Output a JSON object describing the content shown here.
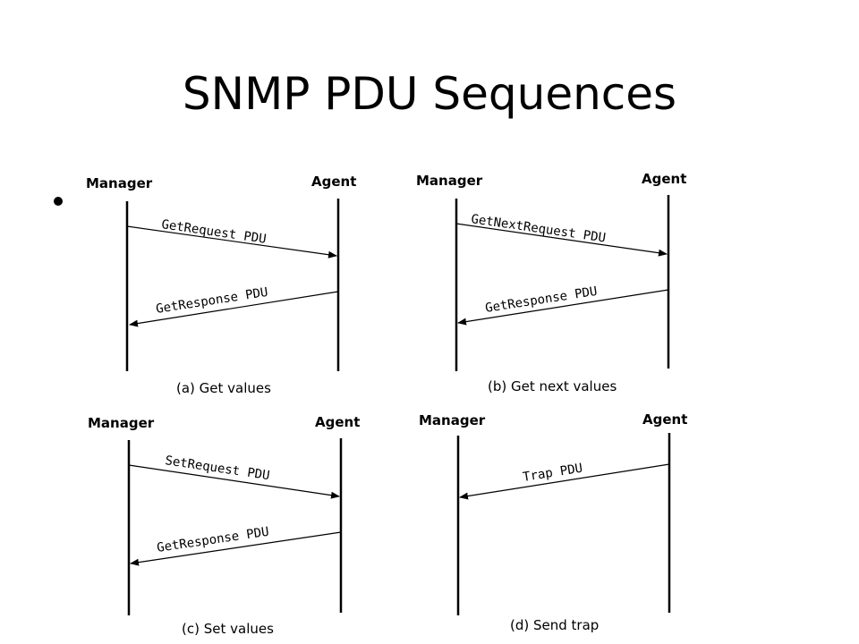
{
  "title": "SNMP PDU Sequences",
  "panels": [
    {
      "manager": "Manager",
      "agent": "Agent",
      "caption": "(a) Get values",
      "messages": [
        "GetRequest PDU",
        "GetResponse PDU"
      ]
    },
    {
      "manager": "Manager",
      "agent": "Agent",
      "caption": "(b) Get next values",
      "messages": [
        "GetNextRequest PDU",
        "GetResponse PDU"
      ]
    },
    {
      "manager": "Manager",
      "agent": "Agent",
      "caption": "(c) Set values",
      "messages": [
        "SetRequest PDU",
        "GetResponse PDU"
      ]
    },
    {
      "manager": "Manager",
      "agent": "Agent",
      "caption": "(d) Send trap",
      "messages": [
        "Trap PDU"
      ]
    }
  ]
}
